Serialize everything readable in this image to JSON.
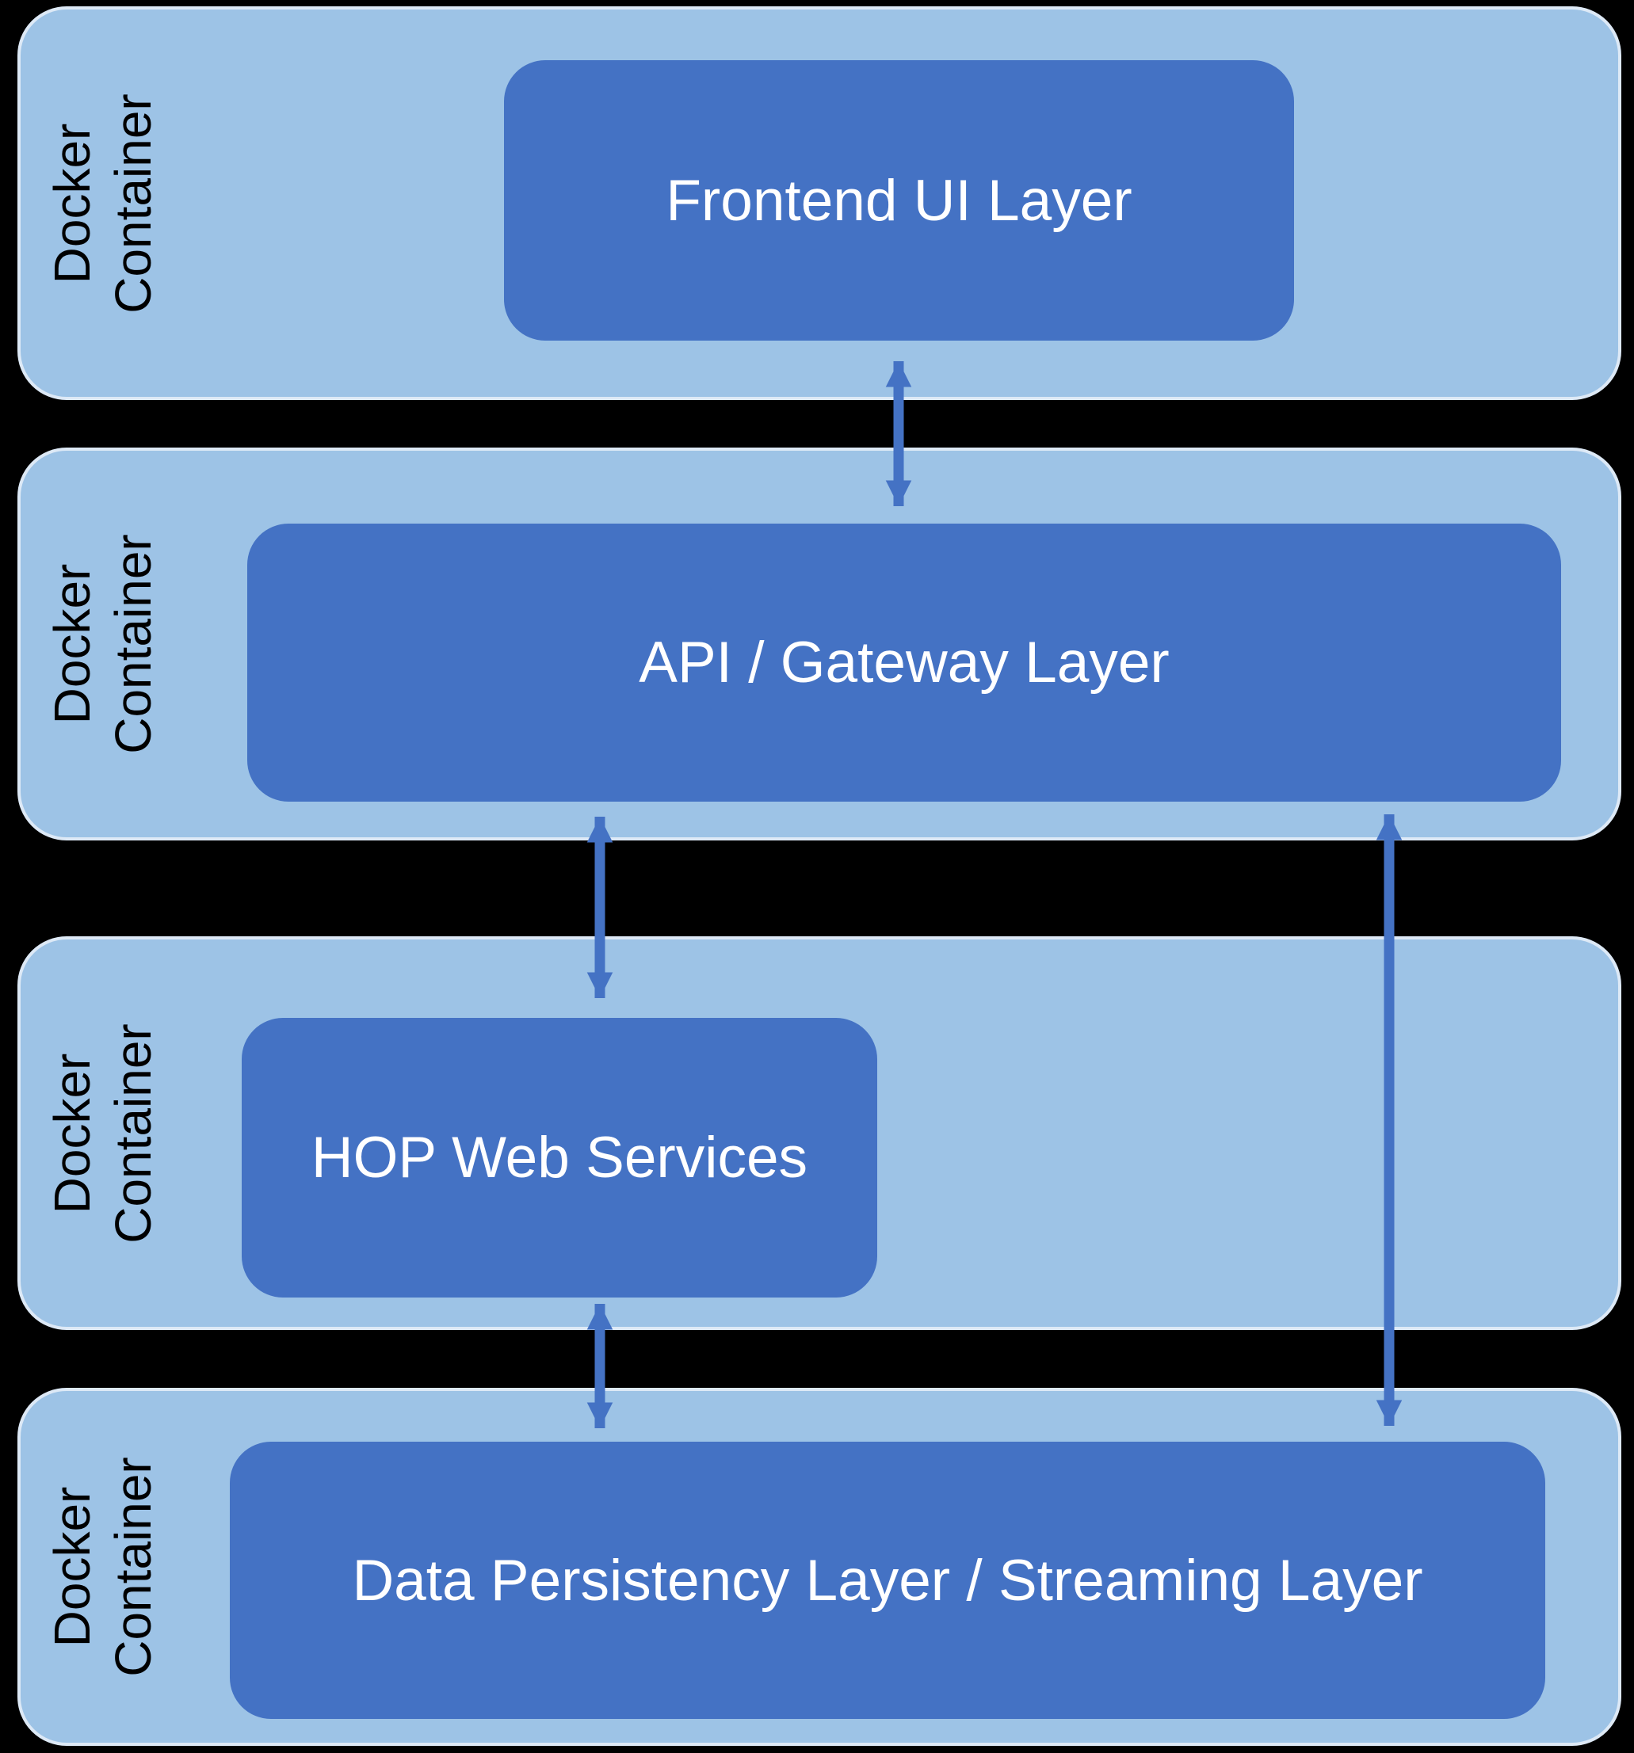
{
  "diagram": {
    "type": "layered-architecture",
    "containers": [
      {
        "side_label": "Docker Container",
        "box_label": "Frontend UI Layer"
      },
      {
        "side_label": "Docker Container",
        "box_label": "API / Gateway Layer"
      },
      {
        "side_label": "Docker Container",
        "box_label": "HOP Web Services"
      },
      {
        "side_label": "Docker Container",
        "box_label": "Data Persistency Layer / Streaming Layer"
      }
    ],
    "connections": [
      {
        "from": "Frontend UI Layer",
        "to": "API / Gateway Layer",
        "style": "double-headed-arrow"
      },
      {
        "from": "API / Gateway Layer",
        "to": "HOP Web Services",
        "style": "double-headed-arrow"
      },
      {
        "from": "HOP Web Services",
        "to": "Data Persistency Layer / Streaming Layer",
        "style": "double-headed-arrow"
      },
      {
        "from": "API / Gateway Layer",
        "to": "Data Persistency Layer / Streaming Layer",
        "style": "double-headed-arrow"
      }
    ],
    "colors": {
      "background": "#000000",
      "container_fill": "#9DC3E6",
      "container_border": "#DDE9F6",
      "box_fill": "#4472C4",
      "box_text": "#FFFFFF",
      "side_label_text": "#000000",
      "arrow": "#4472C4"
    }
  }
}
